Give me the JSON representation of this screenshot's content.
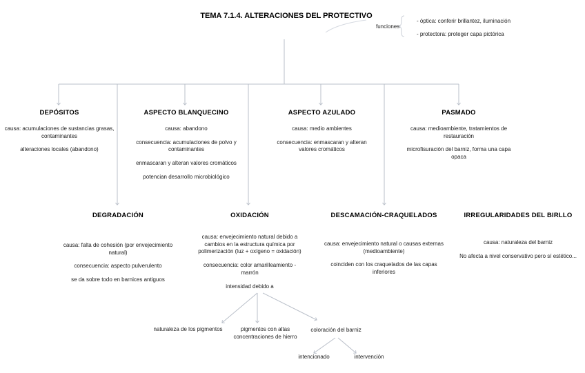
{
  "document": {
    "title": "TEMA 7.1.4. ALTERACIONES DEL PROTECTIVO"
  },
  "functions": {
    "label": "funciones",
    "items": [
      "- óptica: conferir brillantez, iluminación",
      "- protectora: proteger capa pictórica"
    ]
  },
  "row1": [
    {
      "title": "DEPÓSITOS",
      "lines": [
        "causa: acumulaciones de sustancias grasas, contaminantes",
        "alteraciones locales (abandono)"
      ]
    },
    {
      "title": "ASPECTO BLANQUECINO",
      "lines": [
        "causa: abandono",
        "consecuencia: acumulaciones de polvo y contaminantes",
        "enmascaran y alteran valores cromáticos",
        "potencian desarrollo microbiológico"
      ]
    },
    {
      "title": "ASPECTO AZULADO",
      "lines": [
        "causa: medio ambientes",
        "consecuencia: enmascaran y alteran valores cromáticos"
      ]
    },
    {
      "title": "PASMADO",
      "lines": [
        "causa: medioambiente, tratamientos de restauración",
        "microfisuración del barniz, forma una capa opaca"
      ]
    }
  ],
  "row2": [
    {
      "title": "DEGRADACIÓN",
      "lines": [
        "causa: falta de cohesión (por envejecimiento natural)",
        "consecuencia: aspecto pulverulento",
        "se da sobre todo en barnices antiguos"
      ]
    },
    {
      "title": "OXIDACIÓN",
      "lines": [
        "causa: envejecimiento natural debido a cambios en la estructura química por polimerización (luz + oxígeno = oxidación)",
        "consecuencia: color amarilleamiento - marrón",
        "intensidad debido a"
      ]
    },
    {
      "title": "DESCAMACIÓN-CRAQUELADOS",
      "lines": [
        "causa: envejecimiento natural o causas externas (medioambiente)",
        "coinciden con los craquelados de las capas inferiores"
      ]
    },
    {
      "title": "IRREGULARIDADES DEL BIRLLO",
      "lines": [
        "causa: naturaleza del barniz",
        "No afecta a nivel conservativo pero sí estético..."
      ]
    }
  ],
  "row3": [
    {
      "text": "naturaleza de los pigmentos"
    },
    {
      "text": "pigmentos con altas concentraciones de hierro"
    },
    {
      "text": "coloración del barniz"
    }
  ],
  "row4": [
    {
      "text": "intencionado"
    },
    {
      "text": "intervención"
    }
  ],
  "style": {
    "wire_color": "#b9bfc9",
    "text_color": "#202020"
  }
}
